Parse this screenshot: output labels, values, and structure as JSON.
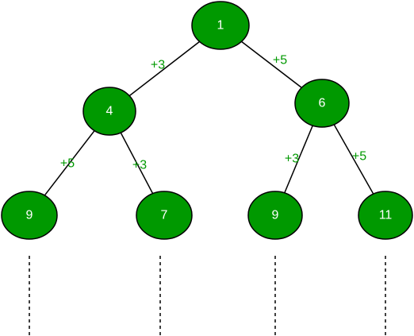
{
  "colors": {
    "node_fill": "#009900",
    "edge_label": "#009900"
  },
  "tree": {
    "nodes": {
      "root": "1",
      "left": "4",
      "right": "6",
      "left_left": "9",
      "left_right": "7",
      "right_left": "9",
      "right_right": "11"
    },
    "edges": {
      "root_left": "+3",
      "root_right": "+5",
      "left_left": "+5",
      "left_right": "+3",
      "right_left": "+3",
      "right_right": "+5"
    }
  }
}
